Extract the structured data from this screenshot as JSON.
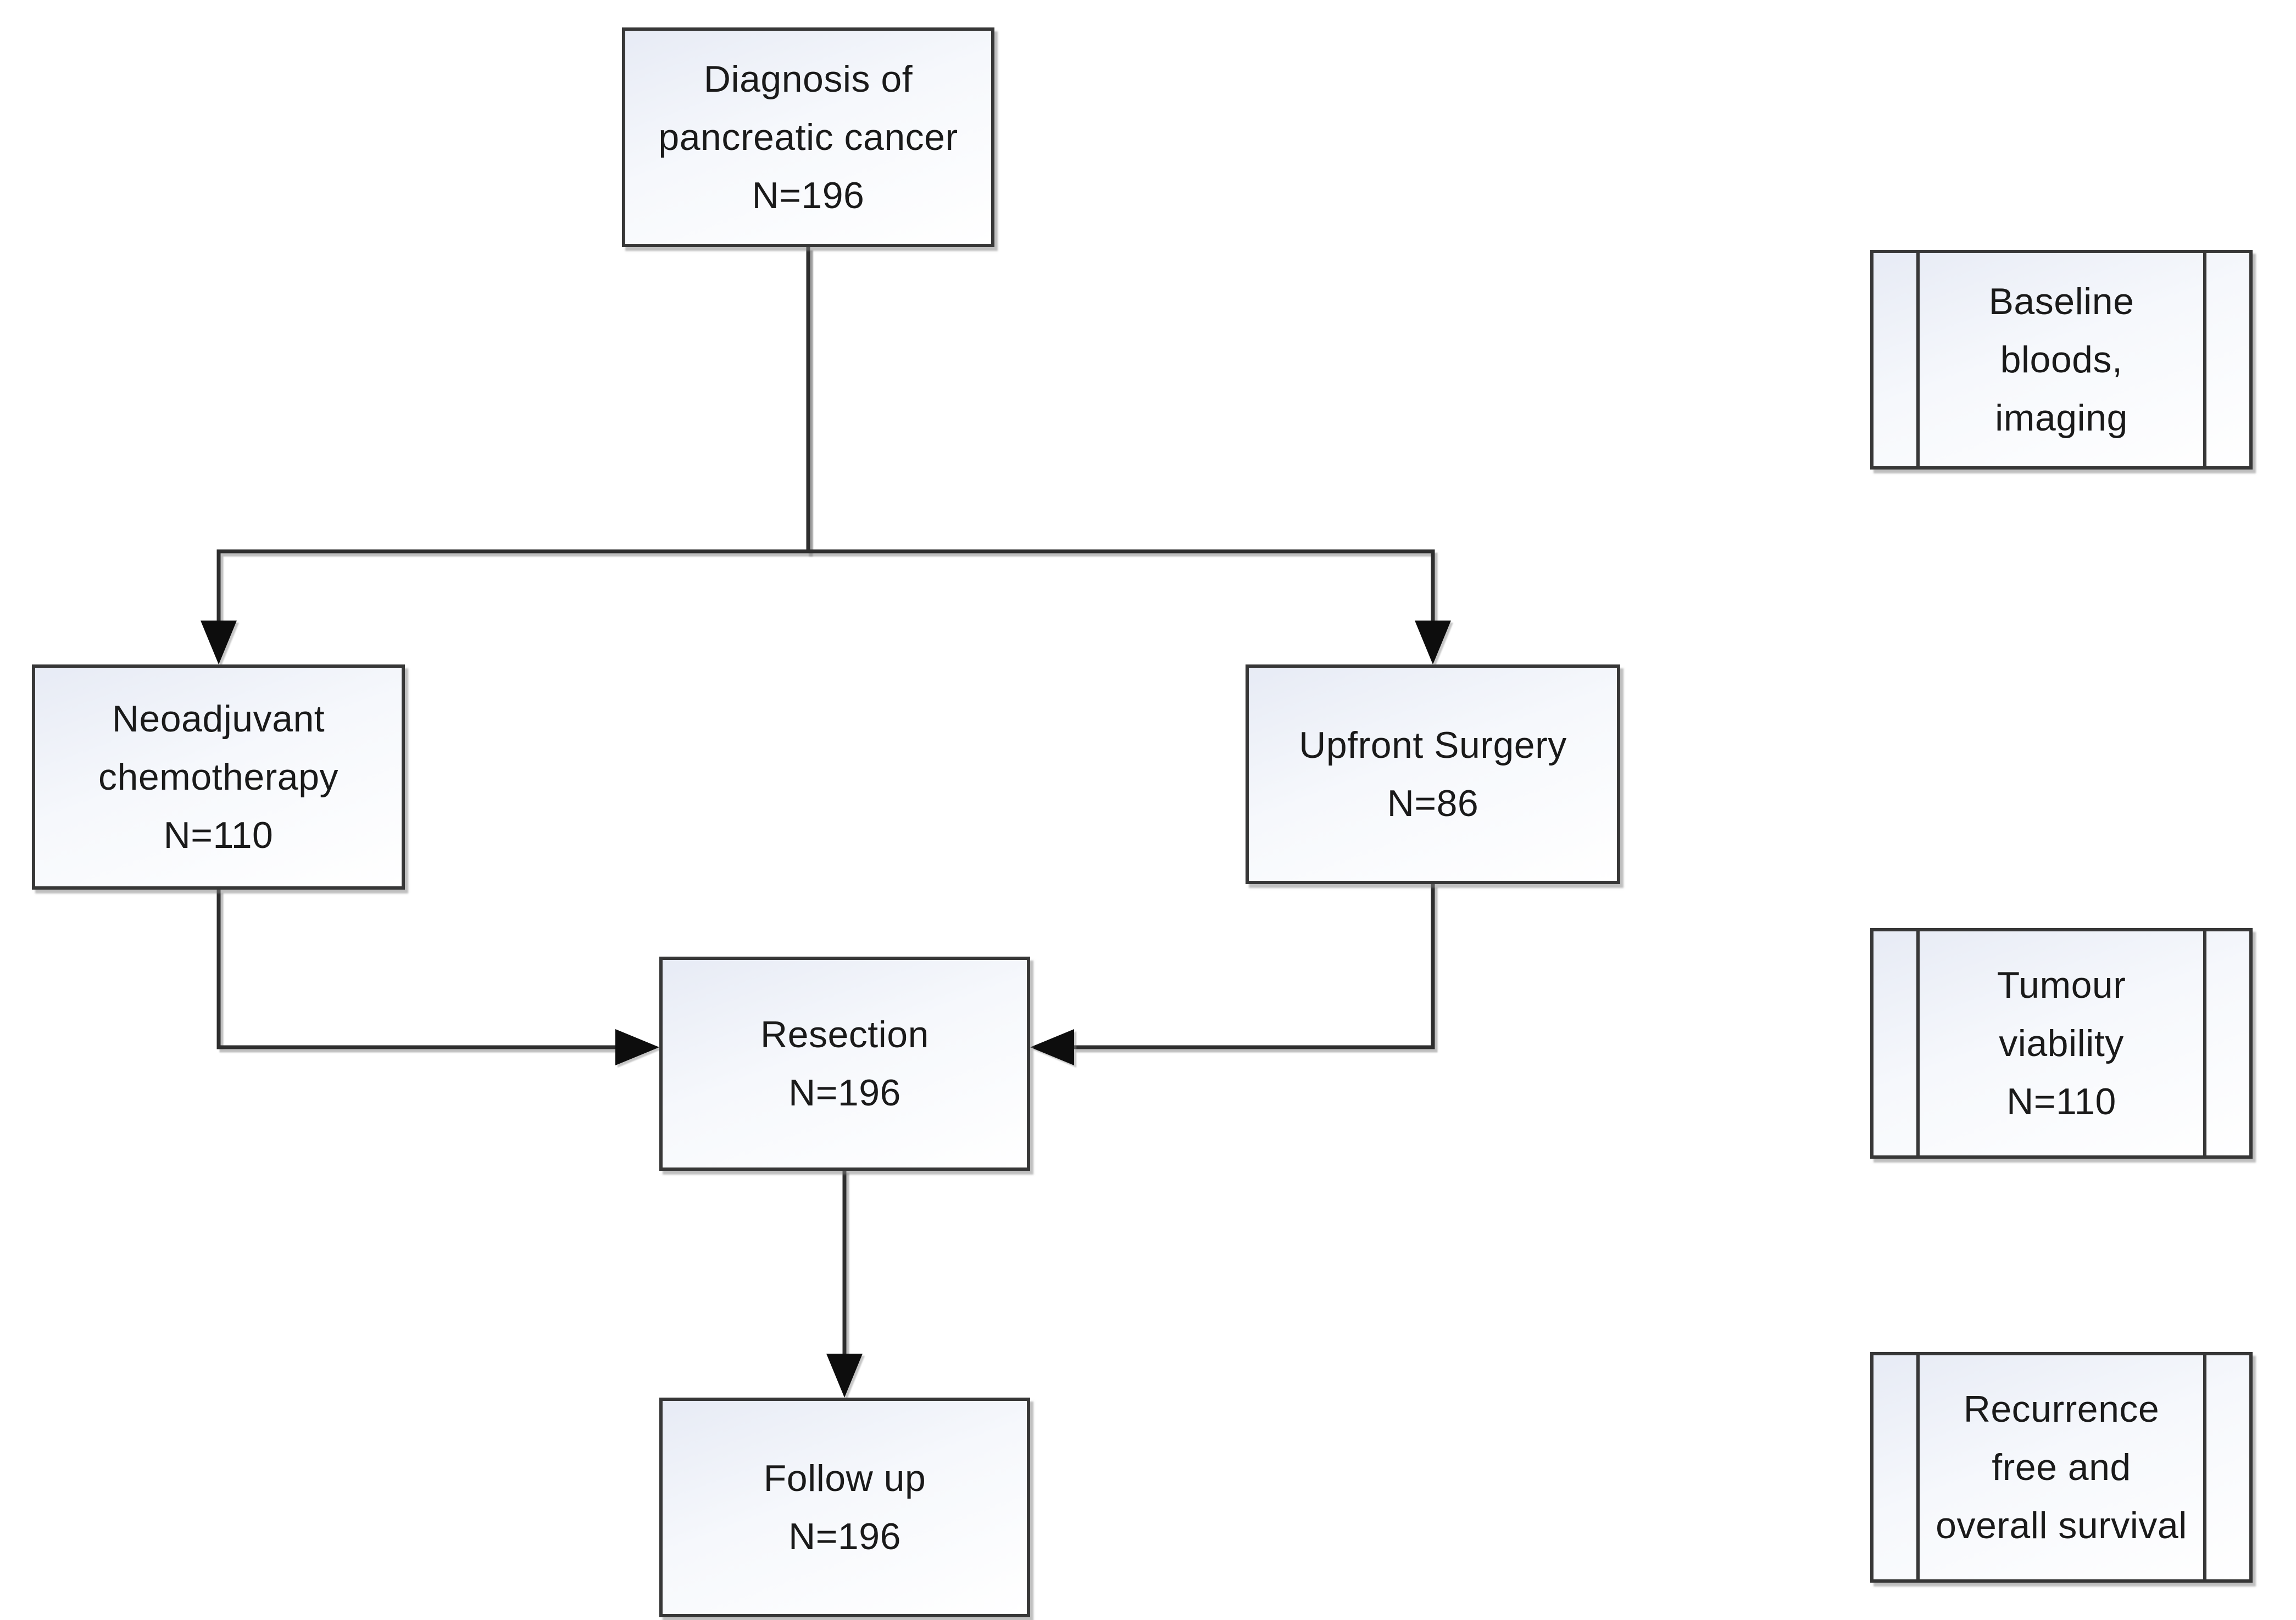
{
  "diagram_type": "study-flowchart",
  "nodes": {
    "diagnosis": {
      "text": "Diagnosis of\npancreatic cancer\nN=196",
      "n": 196,
      "shape": "process"
    },
    "neoadjuvant": {
      "text": "Neoadjuvant\nchemotherapy\nN=110",
      "n": 110,
      "shape": "process"
    },
    "upfront": {
      "text": "Upfront Surgery\nN=86",
      "n": 86,
      "shape": "process"
    },
    "resection": {
      "text": "Resection\nN=196",
      "n": 196,
      "shape": "process"
    },
    "followup": {
      "text": "Follow up\nN=196",
      "n": 196,
      "shape": "process"
    },
    "baseline": {
      "text": "Baseline\nbloods,\nimaging",
      "shape": "predefined-process"
    },
    "tumour": {
      "text": "Tumour\nviability\nN=110",
      "n": 110,
      "shape": "predefined-process"
    },
    "recurrence": {
      "text": "Recurrence\nfree and\noverall survival",
      "shape": "predefined-process"
    }
  },
  "edges": [
    {
      "from": "diagnosis",
      "to": "neoadjuvant"
    },
    {
      "from": "diagnosis",
      "to": "upfront"
    },
    {
      "from": "neoadjuvant",
      "to": "resection"
    },
    {
      "from": "upfront",
      "to": "resection"
    },
    {
      "from": "resection",
      "to": "followup"
    }
  ],
  "colors": {
    "background": "#ffffff",
    "box_border": "#373737",
    "box_fill_top": "#e7ebf5",
    "box_fill_bottom": "#ffffff",
    "connector": "#2e2e2e",
    "arrowhead": "#0d0d0d",
    "text": "#1a1a1a",
    "shadow": "#808080"
  }
}
